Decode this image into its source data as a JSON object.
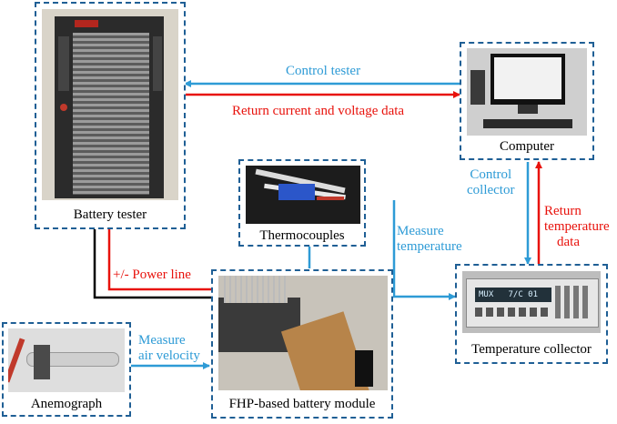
{
  "nodes": {
    "battery_tester": "Battery tester",
    "computer": "Computer",
    "thermocouples": "Thermocouples",
    "temperature_collector": "Temperature collector",
    "anemograph": "Anemograph",
    "battery_module": "FHP-based battery module"
  },
  "edges": {
    "control_tester": "Control tester",
    "return_current_voltage": "Return current and voltage data",
    "control_collector": [
      "Control",
      "collector"
    ],
    "return_temperature": [
      "Return",
      "temperature",
      "data"
    ],
    "measure_temperature": [
      "Measure",
      "temperature"
    ],
    "power_line": "+/- Power line",
    "measure_air_velocity": [
      "Measure",
      "air velocity"
    ]
  },
  "display": {
    "collector_readout": "MUX   7/C 01"
  },
  "colors": {
    "border": "#1f5f95",
    "control_arrow": "#2e9bd6",
    "data_arrow": "#e8120c",
    "power_line": "#000000"
  }
}
